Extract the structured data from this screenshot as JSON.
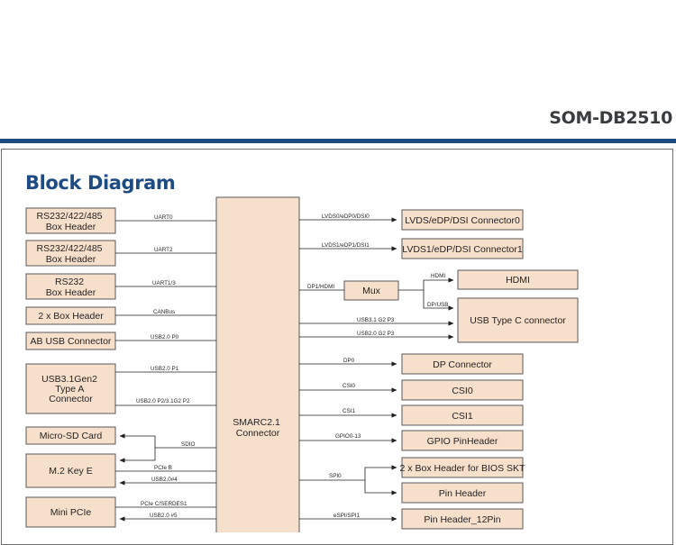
{
  "header": {
    "product": "SOM-DB2510"
  },
  "title": "Block Diagram",
  "central": {
    "lines": [
      "SMARC2.1",
      "Connector"
    ]
  },
  "left_boxes": [
    {
      "id": "rs232-422-485-0",
      "lines": [
        "RS232/422/485",
        "Box Header"
      ]
    },
    {
      "id": "rs232-422-485-2",
      "lines": [
        "RS232/422/485",
        "Box Header"
      ]
    },
    {
      "id": "rs232",
      "lines": [
        "RS232",
        "Box Header"
      ]
    },
    {
      "id": "box-header-2x",
      "lines": [
        "2 x Box Header"
      ]
    },
    {
      "id": "ab-usb",
      "lines": [
        "AB USB Connector"
      ]
    },
    {
      "id": "usb31",
      "lines": [
        "USB3.1Gen2",
        "Type A",
        "Connector"
      ]
    },
    {
      "id": "micro-sd",
      "lines": [
        "Micro-SD Card"
      ]
    },
    {
      "id": "m2",
      "lines": [
        "M.2 Key E"
      ]
    },
    {
      "id": "mini-pcie",
      "lines": [
        "Mini PCIe"
      ]
    }
  ],
  "right_boxes": [
    {
      "id": "lvds0",
      "lines": [
        "LVDS/eDP/DSI Connector0"
      ]
    },
    {
      "id": "lvds1",
      "lines": [
        "LVDS1/eDP/DSI Connector1"
      ]
    },
    {
      "id": "mux",
      "lines": [
        "Mux"
      ]
    },
    {
      "id": "hdmi",
      "lines": [
        "HDMI"
      ]
    },
    {
      "id": "usbc",
      "lines": [
        "USB Type C connector"
      ]
    },
    {
      "id": "dp",
      "lines": [
        "DP Connector"
      ]
    },
    {
      "id": "csi0",
      "lines": [
        "CSI0"
      ]
    },
    {
      "id": "csi1",
      "lines": [
        "CSI1"
      ]
    },
    {
      "id": "gpio",
      "lines": [
        "GPIO PinHeader"
      ]
    },
    {
      "id": "bios",
      "lines": [
        "2 x Box Header for BIOS SKT"
      ]
    },
    {
      "id": "pinheader",
      "lines": [
        "Pin Header"
      ]
    },
    {
      "id": "pinheader12",
      "lines": [
        "Pin Header_12Pin"
      ]
    }
  ],
  "signals": {
    "uart0": "UART0",
    "uart2": "UART2",
    "uart13": "UART1/3",
    "canbus": "CANBus",
    "usb20_p0": "USB2.0 P0",
    "usb20_p1": "USB2.0 P1",
    "usb20_p2": "USB2.0 P2/3.1G2 P2",
    "sdio": "SDIO",
    "pcie_b": "PCIe B",
    "usb20_4": "USB2.0#4",
    "pcie_c": "PCIe C/SERDES1",
    "usb20_5": "USB2.0 #5",
    "lvds0": "LVDS0/eDP0/DSI0",
    "lvds1": "LVDS1/eDP1/DSI1",
    "dp1hdmi": "DP1/HDMI",
    "hdmi": "HDMI",
    "dpusb": "DP/USB",
    "usb31_g2p3": "USB3.1 G2 P3",
    "usb20_g2p3": "USB2.0 G2 P3",
    "dp0": "DP0",
    "csi0": "CSI0",
    "csi1": "CSI1",
    "gpio": "GPIO0-13",
    "spi0": "SPI0",
    "espi": "eSPI/SPI1"
  }
}
